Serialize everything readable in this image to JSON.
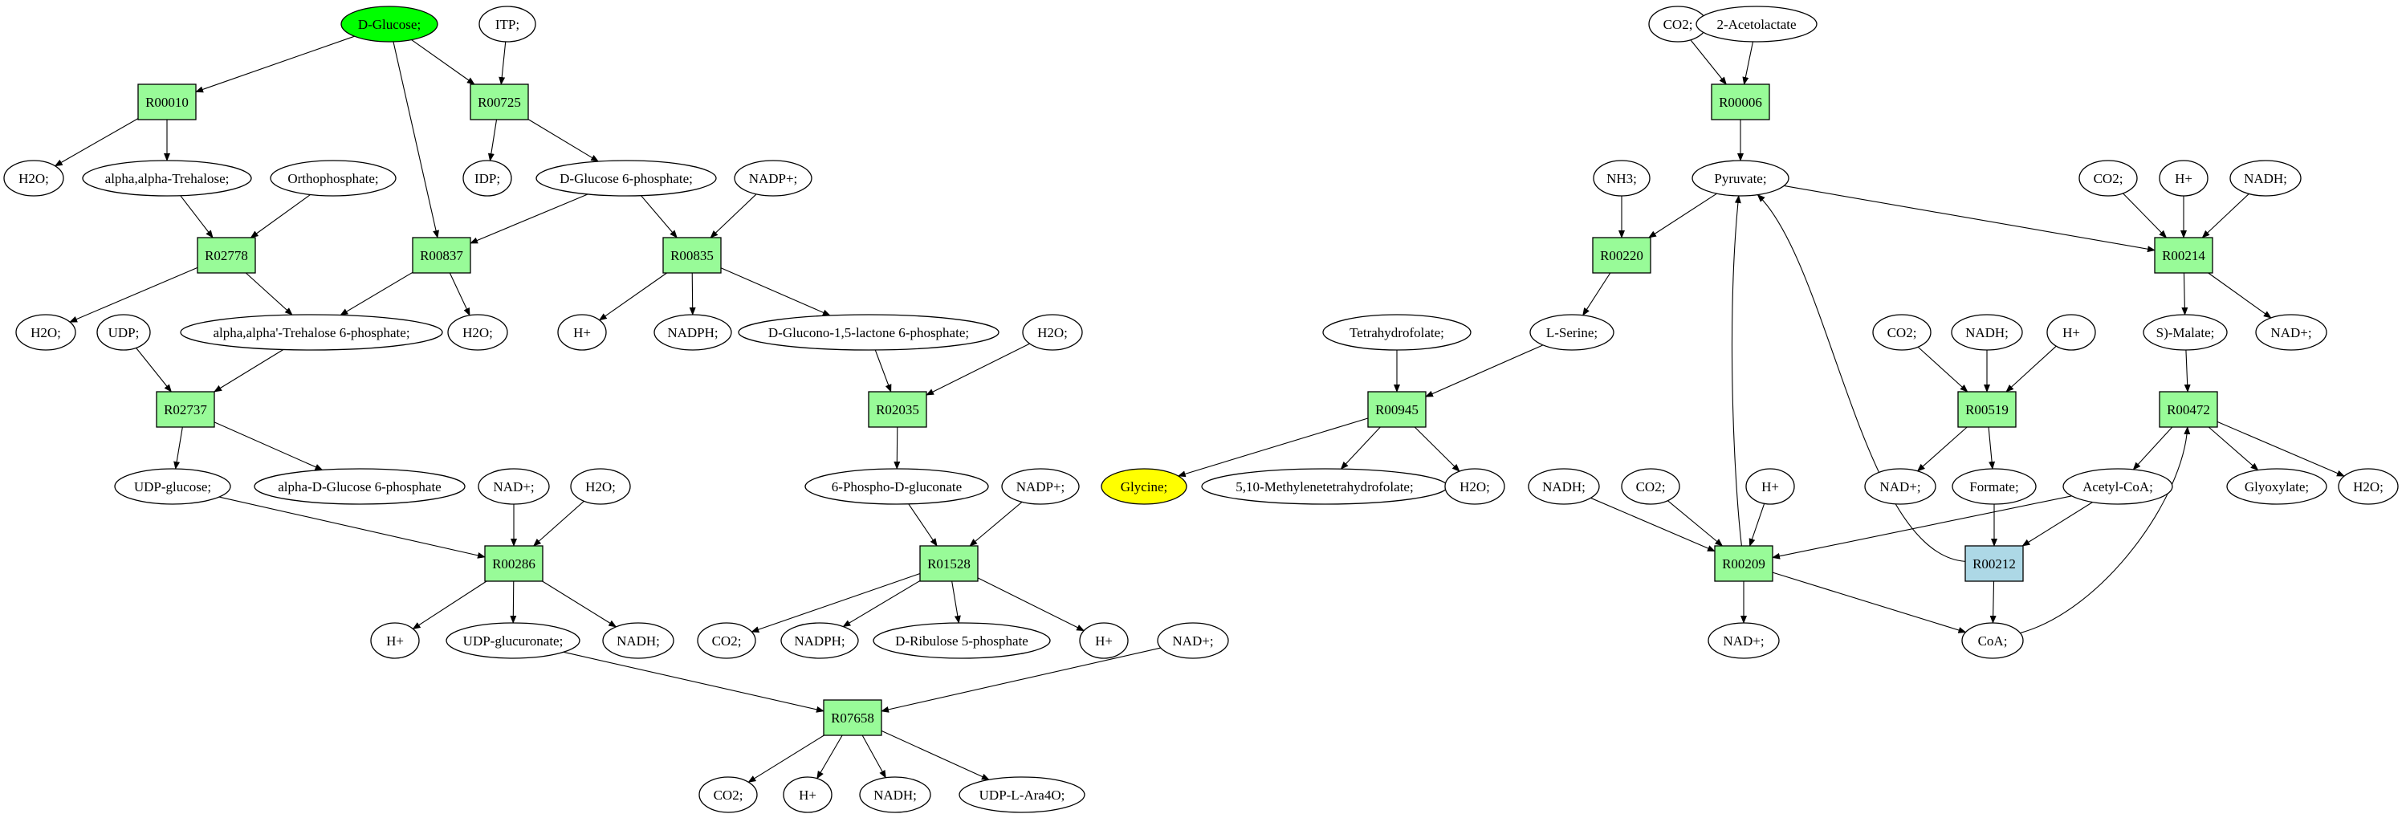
{
  "colors": {
    "metabolite": "#ffffff",
    "reaction": "#98fb98",
    "start_node": "#00ff00",
    "target_node": "#ffff00",
    "highlight_reaction": "#add8e6",
    "stroke": "#000000"
  },
  "nodes": [
    {
      "id": "dglucose",
      "label": "D-Glucose;",
      "shape": "ellipse",
      "fill": "#00ff00"
    },
    {
      "id": "itp",
      "label": "ITP;",
      "shape": "ellipse",
      "fill": "#ffffff"
    },
    {
      "id": "r00010",
      "label": "R00010",
      "shape": "box",
      "fill": "#98fb98"
    },
    {
      "id": "r00725",
      "label": "R00725",
      "shape": "box",
      "fill": "#98fb98"
    },
    {
      "id": "h2o_1",
      "label": "H2O;",
      "shape": "ellipse",
      "fill": "#ffffff"
    },
    {
      "id": "trehalose",
      "label": "alpha,alpha-Trehalose;",
      "shape": "ellipse",
      "fill": "#ffffff"
    },
    {
      "id": "orthophosphate",
      "label": "Orthophosphate;",
      "shape": "ellipse",
      "fill": "#ffffff"
    },
    {
      "id": "idp",
      "label": "IDP;",
      "shape": "ellipse",
      "fill": "#ffffff"
    },
    {
      "id": "g6p",
      "label": "D-Glucose 6-phosphate;",
      "shape": "ellipse",
      "fill": "#ffffff"
    },
    {
      "id": "nadp_1",
      "label": "NADP+;",
      "shape": "ellipse",
      "fill": "#ffffff"
    },
    {
      "id": "r02778",
      "label": "R02778",
      "shape": "box",
      "fill": "#98fb98"
    },
    {
      "id": "r00837",
      "label": "R00837",
      "shape": "box",
      "fill": "#98fb98"
    },
    {
      "id": "r00835",
      "label": "R00835",
      "shape": "box",
      "fill": "#98fb98"
    },
    {
      "id": "h2o_2",
      "label": "H2O;",
      "shape": "ellipse",
      "fill": "#ffffff"
    },
    {
      "id": "udp",
      "label": "UDP;",
      "shape": "ellipse",
      "fill": "#ffffff"
    },
    {
      "id": "t6p",
      "label": "alpha,alpha'-Trehalose 6-phosphate;",
      "shape": "ellipse",
      "fill": "#ffffff"
    },
    {
      "id": "h2o_3",
      "label": "H2O;",
      "shape": "ellipse",
      "fill": "#ffffff"
    },
    {
      "id": "hplus_1",
      "label": "H+",
      "shape": "ellipse",
      "fill": "#ffffff"
    },
    {
      "id": "nadph_1",
      "label": "NADPH;",
      "shape": "ellipse",
      "fill": "#ffffff"
    },
    {
      "id": "gluconolactone",
      "label": "D-Glucono-1,5-lactone 6-phosphate;",
      "shape": "ellipse",
      "fill": "#ffffff"
    },
    {
      "id": "h2o_4",
      "label": "H2O;",
      "shape": "ellipse",
      "fill": "#ffffff"
    },
    {
      "id": "r02737",
      "label": "R02737",
      "shape": "box",
      "fill": "#98fb98"
    },
    {
      "id": "r02035",
      "label": "R02035",
      "shape": "box",
      "fill": "#98fb98"
    },
    {
      "id": "udpglucose",
      "label": "UDP-glucose;",
      "shape": "ellipse",
      "fill": "#ffffff"
    },
    {
      "id": "ag6p",
      "label": "alpha-D-Glucose 6-phosphate",
      "shape": "ellipse",
      "fill": "#ffffff"
    },
    {
      "id": "nad_1",
      "label": "NAD+;",
      "shape": "ellipse",
      "fill": "#ffffff"
    },
    {
      "id": "h2o_5",
      "label": "H2O;",
      "shape": "ellipse",
      "fill": "#ffffff"
    },
    {
      "id": "phosphogluconate",
      "label": "6-Phospho-D-gluconate",
      "shape": "ellipse",
      "fill": "#ffffff"
    },
    {
      "id": "nadp_2",
      "label": "NADP+;",
      "shape": "ellipse",
      "fill": "#ffffff"
    },
    {
      "id": "r00286",
      "label": "R00286",
      "shape": "box",
      "fill": "#98fb98"
    },
    {
      "id": "r01528",
      "label": "R01528",
      "shape": "box",
      "fill": "#98fb98"
    },
    {
      "id": "hplus_2",
      "label": "H+",
      "shape": "ellipse",
      "fill": "#ffffff"
    },
    {
      "id": "udpglucuronate",
      "label": "UDP-glucuronate;",
      "shape": "ellipse",
      "fill": "#ffffff"
    },
    {
      "id": "nadh_1",
      "label": "NADH;",
      "shape": "ellipse",
      "fill": "#ffffff"
    },
    {
      "id": "co2_1",
      "label": "CO2;",
      "shape": "ellipse",
      "fill": "#ffffff"
    },
    {
      "id": "nadph_2",
      "label": "NADPH;",
      "shape": "ellipse",
      "fill": "#ffffff"
    },
    {
      "id": "ribulose5p",
      "label": "D-Ribulose 5-phosphate",
      "shape": "ellipse",
      "fill": "#ffffff"
    },
    {
      "id": "hplus_3",
      "label": "H+",
      "shape": "ellipse",
      "fill": "#ffffff"
    },
    {
      "id": "nad_2",
      "label": "NAD+;",
      "shape": "ellipse",
      "fill": "#ffffff"
    },
    {
      "id": "r07658",
      "label": "R07658",
      "shape": "box",
      "fill": "#98fb98"
    },
    {
      "id": "co2_2",
      "label": "CO2;",
      "shape": "ellipse",
      "fill": "#ffffff"
    },
    {
      "id": "hplus_4",
      "label": "H+",
      "shape": "ellipse",
      "fill": "#ffffff"
    },
    {
      "id": "nadh_2",
      "label": "NADH;",
      "shape": "ellipse",
      "fill": "#ffffff"
    },
    {
      "id": "udpara4o",
      "label": "UDP-L-Ara4O;",
      "shape": "ellipse",
      "fill": "#ffffff"
    },
    {
      "id": "co2_3",
      "label": "CO2;",
      "shape": "ellipse",
      "fill": "#ffffff"
    },
    {
      "id": "acetolactate",
      "label": "2-Acetolactate",
      "shape": "ellipse",
      "fill": "#ffffff"
    },
    {
      "id": "r00006",
      "label": "R00006",
      "shape": "box",
      "fill": "#98fb98"
    },
    {
      "id": "nh3",
      "label": "NH3;",
      "shape": "ellipse",
      "fill": "#ffffff"
    },
    {
      "id": "pyruvate",
      "label": "Pyruvate;",
      "shape": "ellipse",
      "fill": "#ffffff"
    },
    {
      "id": "co2_4",
      "label": "CO2;",
      "shape": "ellipse",
      "fill": "#ffffff"
    },
    {
      "id": "hplus_5",
      "label": "H+",
      "shape": "ellipse",
      "fill": "#ffffff"
    },
    {
      "id": "nadh_3",
      "label": "NADH;",
      "shape": "ellipse",
      "fill": "#ffffff"
    },
    {
      "id": "r00220",
      "label": "R00220",
      "shape": "box",
      "fill": "#98fb98"
    },
    {
      "id": "r00214",
      "label": "R00214",
      "shape": "box",
      "fill": "#98fb98"
    },
    {
      "id": "thf",
      "label": "Tetrahydrofolate;",
      "shape": "ellipse",
      "fill": "#ffffff"
    },
    {
      "id": "lserine",
      "label": "L-Serine;",
      "shape": "ellipse",
      "fill": "#ffffff"
    },
    {
      "id": "co2_5",
      "label": "CO2;",
      "shape": "ellipse",
      "fill": "#ffffff"
    },
    {
      "id": "nadh_4",
      "label": "NADH;",
      "shape": "ellipse",
      "fill": "#ffffff"
    },
    {
      "id": "hplus_6",
      "label": "H+",
      "shape": "ellipse",
      "fill": "#ffffff"
    },
    {
      "id": "smalate",
      "label": "S)-Malate;",
      "shape": "ellipse",
      "fill": "#ffffff"
    },
    {
      "id": "nad_3",
      "label": "NAD+;",
      "shape": "ellipse",
      "fill": "#ffffff"
    },
    {
      "id": "r00945",
      "label": "R00945",
      "shape": "box",
      "fill": "#98fb98"
    },
    {
      "id": "r00519",
      "label": "R00519",
      "shape": "box",
      "fill": "#98fb98"
    },
    {
      "id": "r00472",
      "label": "R00472",
      "shape": "box",
      "fill": "#98fb98"
    },
    {
      "id": "glycine",
      "label": "Glycine;",
      "shape": "ellipse",
      "fill": "#ffff00"
    },
    {
      "id": "methylenethf",
      "label": "5,10-Methylenetetrahydrofolate;",
      "shape": "ellipse",
      "fill": "#ffffff"
    },
    {
      "id": "h2o_6",
      "label": "H2O;",
      "shape": "ellipse",
      "fill": "#ffffff"
    },
    {
      "id": "nadh_5",
      "label": "NADH;",
      "shape": "ellipse",
      "fill": "#ffffff"
    },
    {
      "id": "co2_6",
      "label": "CO2;",
      "shape": "ellipse",
      "fill": "#ffffff"
    },
    {
      "id": "hplus_7",
      "label": "H+",
      "shape": "ellipse",
      "fill": "#ffffff"
    },
    {
      "id": "nad_4",
      "label": "NAD+;",
      "shape": "ellipse",
      "fill": "#ffffff"
    },
    {
      "id": "formate",
      "label": "Formate;",
      "shape": "ellipse",
      "fill": "#ffffff"
    },
    {
      "id": "acetylcoa",
      "label": "Acetyl-CoA;",
      "shape": "ellipse",
      "fill": "#ffffff"
    },
    {
      "id": "glyoxylate",
      "label": "Glyoxylate;",
      "shape": "ellipse",
      "fill": "#ffffff"
    },
    {
      "id": "h2o_7",
      "label": "H2O;",
      "shape": "ellipse",
      "fill": "#ffffff"
    },
    {
      "id": "r00209",
      "label": "R00209",
      "shape": "box",
      "fill": "#98fb98"
    },
    {
      "id": "r00212",
      "label": "R00212",
      "shape": "box",
      "fill": "#add8e6"
    },
    {
      "id": "nad_5",
      "label": "NAD+;",
      "shape": "ellipse",
      "fill": "#ffffff"
    },
    {
      "id": "coa",
      "label": "CoA;",
      "shape": "ellipse",
      "fill": "#ffffff"
    }
  ],
  "edges": [
    [
      "dglucose",
      "r00010"
    ],
    [
      "dglucose",
      "r00725"
    ],
    [
      "dglucose",
      "r00837"
    ],
    [
      "itp",
      "r00725"
    ],
    [
      "r00010",
      "h2o_1"
    ],
    [
      "r00010",
      "trehalose"
    ],
    [
      "r00725",
      "idp"
    ],
    [
      "r00725",
      "g6p"
    ],
    [
      "trehalose",
      "r02778"
    ],
    [
      "orthophosphate",
      "r02778"
    ],
    [
      "g6p",
      "r00837"
    ],
    [
      "g6p",
      "r00835"
    ],
    [
      "nadp_1",
      "r00835"
    ],
    [
      "r02778",
      "h2o_2"
    ],
    [
      "r02778",
      "t6p"
    ],
    [
      "r00837",
      "t6p"
    ],
    [
      "r00837",
      "h2o_3"
    ],
    [
      "r00835",
      "hplus_1"
    ],
    [
      "r00835",
      "nadph_1"
    ],
    [
      "r00835",
      "gluconolactone"
    ],
    [
      "udp",
      "r02737"
    ],
    [
      "t6p",
      "r02737"
    ],
    [
      "gluconolactone",
      "r02035"
    ],
    [
      "h2o_4",
      "r02035"
    ],
    [
      "r02737",
      "udpglucose"
    ],
    [
      "r02737",
      "ag6p"
    ],
    [
      "r02035",
      "phosphogluconate"
    ],
    [
      "udpglucose",
      "r00286"
    ],
    [
      "nad_1",
      "r00286"
    ],
    [
      "h2o_5",
      "r00286"
    ],
    [
      "phosphogluconate",
      "r01528"
    ],
    [
      "nadp_2",
      "r01528"
    ],
    [
      "r00286",
      "hplus_2"
    ],
    [
      "r00286",
      "udpglucuronate"
    ],
    [
      "r00286",
      "nadh_1"
    ],
    [
      "r01528",
      "co2_1"
    ],
    [
      "r01528",
      "nadph_2"
    ],
    [
      "r01528",
      "ribulose5p"
    ],
    [
      "r01528",
      "hplus_3"
    ],
    [
      "udpglucuronate",
      "r07658"
    ],
    [
      "nad_2",
      "r07658"
    ],
    [
      "r07658",
      "co2_2"
    ],
    [
      "r07658",
      "hplus_4"
    ],
    [
      "r07658",
      "nadh_2"
    ],
    [
      "r07658",
      "udpara4o"
    ],
    [
      "co2_3",
      "r00006"
    ],
    [
      "acetolactate",
      "r00006"
    ],
    [
      "r00006",
      "pyruvate"
    ],
    [
      "nh3",
      "r00220"
    ],
    [
      "pyruvate",
      "r00220"
    ],
    [
      "pyruvate",
      "r00214"
    ],
    [
      "co2_4",
      "r00214"
    ],
    [
      "hplus_5",
      "r00214"
    ],
    [
      "nadh_3",
      "r00214"
    ],
    [
      "r00220",
      "lserine"
    ],
    [
      "r00214",
      "smalate"
    ],
    [
      "r00214",
      "nad_3"
    ],
    [
      "thf",
      "r00945"
    ],
    [
      "lserine",
      "r00945"
    ],
    [
      "co2_5",
      "r00519"
    ],
    [
      "nadh_4",
      "r00519"
    ],
    [
      "hplus_6",
      "r00519"
    ],
    [
      "smalate",
      "r00472"
    ],
    [
      "r00945",
      "glycine"
    ],
    [
      "r00945",
      "methylenethf"
    ],
    [
      "r00945",
      "h2o_6"
    ],
    [
      "r00519",
      "nad_4"
    ],
    [
      "r00519",
      "formate"
    ],
    [
      "r00472",
      "acetylcoa"
    ],
    [
      "r00472",
      "glyoxylate"
    ],
    [
      "r00472",
      "h2o_7"
    ],
    [
      "nadh_5",
      "r00209"
    ],
    [
      "co2_6",
      "r00209"
    ],
    [
      "hplus_7",
      "r00209"
    ],
    [
      "acetylcoa",
      "r00209"
    ],
    [
      "formate",
      "r00212"
    ],
    [
      "acetylcoa",
      "r00212"
    ],
    [
      "r00209",
      "pyruvate"
    ],
    [
      "r00209",
      "nad_5"
    ],
    [
      "r00209",
      "coa"
    ],
    [
      "r00212",
      "pyruvate"
    ],
    [
      "r00212",
      "coa"
    ],
    [
      "coa",
      "r00472"
    ]
  ]
}
